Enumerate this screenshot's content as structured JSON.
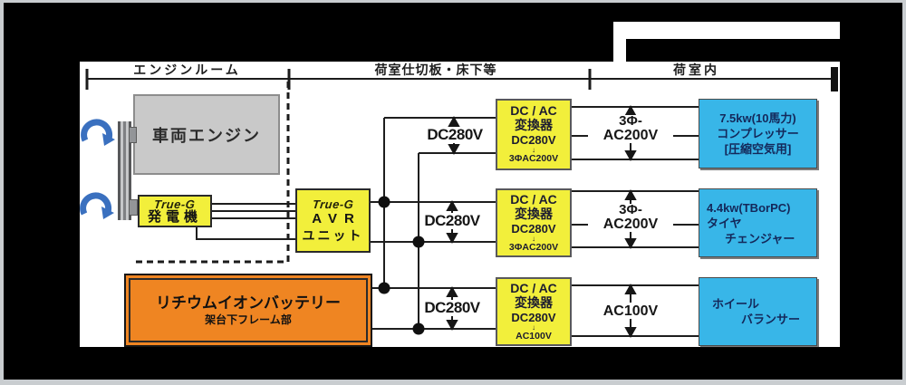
{
  "sections": {
    "engine_room": "エンジンルーム",
    "partition": "荷室仕切板・床下等",
    "cargo_room": "荷室内"
  },
  "engine_box": {
    "label": "車両エンジン"
  },
  "generator_box": {
    "brand": "True-G",
    "label": "発電機"
  },
  "avr_box": {
    "brand": "True-G",
    "line2": "AVR",
    "line3": "ユニット"
  },
  "battery_box": {
    "title": "リチウムイオンバッテリー",
    "subtitle": "架台下フレーム部"
  },
  "converters": [
    {
      "line1": "DC / AC",
      "line2": "変換器",
      "line3": "DC280V",
      "arrow": "↓",
      "line4": "3ΦAC200V"
    },
    {
      "line1": "DC / AC",
      "line2": "変換器",
      "line3": "DC280V",
      "arrow": "↓",
      "line4": "3ΦAC200V"
    },
    {
      "line1": "DC / AC",
      "line2": "変換器",
      "line3": "DC280V",
      "arrow": "↓",
      "line4": "AC100V"
    }
  ],
  "loads": [
    {
      "line1": "7.5kw(10馬力)",
      "line2": "コンプレッサー",
      "line3": "[圧縮空気用]"
    },
    {
      "line1": "4.4kw(TBorPC)",
      "line2": "タイヤ",
      "line3": "チェンジャー"
    },
    {
      "line1": "ホイール",
      "line2": "バランサー"
    }
  ],
  "wire_labels": {
    "dc_row1": "DC280V",
    "dc_row2": "DC280V",
    "dc_row3": "DC280V",
    "phase_row1_a": "3Φ-",
    "phase_row1_b": "AC200V",
    "phase_row2_a": "3Φ-",
    "phase_row2_b": "AC200V",
    "ac_row3": "AC100V"
  },
  "colors": {
    "box_yellow": "#f2ef3b",
    "battery_orange": "#ef8522",
    "load_cyan": "#38b6e8",
    "rotation_arrow_blue": "#3a70bf",
    "engine_gray": "#c9c9c9"
  }
}
